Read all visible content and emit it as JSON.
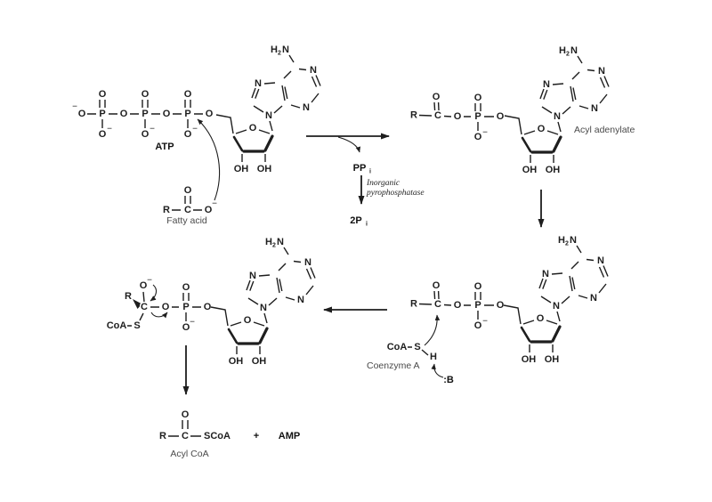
{
  "colors": {
    "ink": "#1e1e1e",
    "label_gray": "#4a4a4a",
    "background": "#ffffff"
  },
  "atoms": {
    "O": "O",
    "P": "P",
    "N": "N",
    "C": "C",
    "R": "R",
    "S": "S",
    "H": "H",
    "OH": "OH",
    "minus": "−",
    "sub_2": "2",
    "sub_i": "i"
  },
  "labels": {
    "atp": "ATP",
    "fatty_acid": "Fatty acid",
    "acyl_adenylate": "Acyl adenylate",
    "pp": "PP",
    "two_p": "2P",
    "enzyme_line1": "Inorganic",
    "enzyme_line2": "pyrophosphatase",
    "coa": "CoA",
    "coenzyme_a": "Coenzyme A",
    "base": ":B",
    "scoa": "SCoA",
    "plus": "+",
    "amp": "AMP",
    "acyl_coa": "Acyl CoA"
  }
}
